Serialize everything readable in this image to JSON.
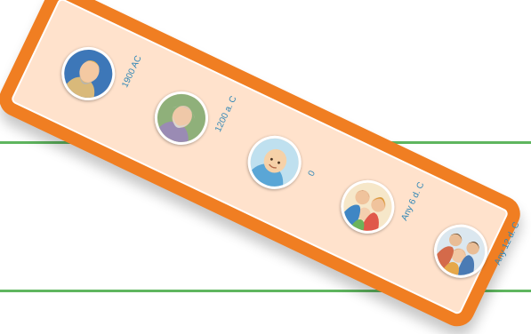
{
  "timeline": {
    "items": [
      {
        "label": "1900 AC",
        "icon": "bearded-elder-icon"
      },
      {
        "label": "1200 a. C",
        "icon": "old-man-icon"
      },
      {
        "label": "0",
        "icon": "baby-icon"
      },
      {
        "label": "Any 6 d. C",
        "icon": "family-icon"
      },
      {
        "label": "Any 12 d. C",
        "icon": "group-of-people-icon"
      }
    ]
  },
  "colors": {
    "banner_fill": "#ffe2cc",
    "banner_border": "#f07e22",
    "date_text": "#2f86b6",
    "rule_lines": "#5fb65f"
  }
}
